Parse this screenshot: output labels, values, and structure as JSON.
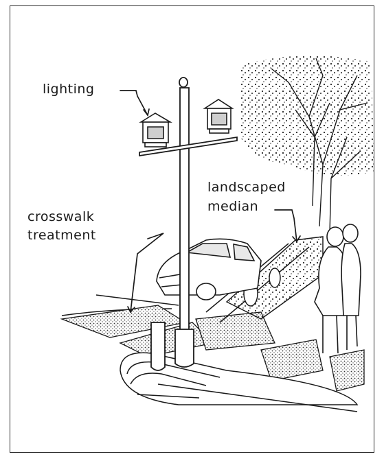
{
  "diagram": {
    "labels": {
      "lighting": "lighting",
      "landscaped_line1": "landscaped",
      "landscaped_line2": "median",
      "crosswalk_line1": "crosswalk",
      "crosswalk_line2": "treatment"
    }
  }
}
